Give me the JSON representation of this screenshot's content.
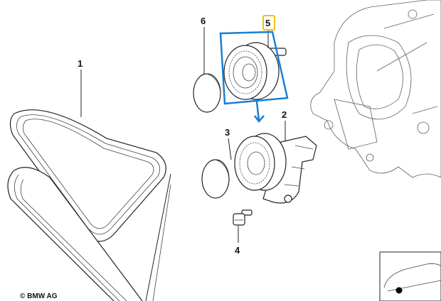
{
  "diagram": {
    "labels": {
      "belt": "1",
      "tensioner": "2",
      "cap_lower": "3",
      "bolt": "4",
      "pulley": "5",
      "cap_upper": "6"
    },
    "copyright": "© BMW AG",
    "colors": {
      "highlight_box": "#1a7fd4",
      "selected_label_border": "#f2c200"
    }
  }
}
